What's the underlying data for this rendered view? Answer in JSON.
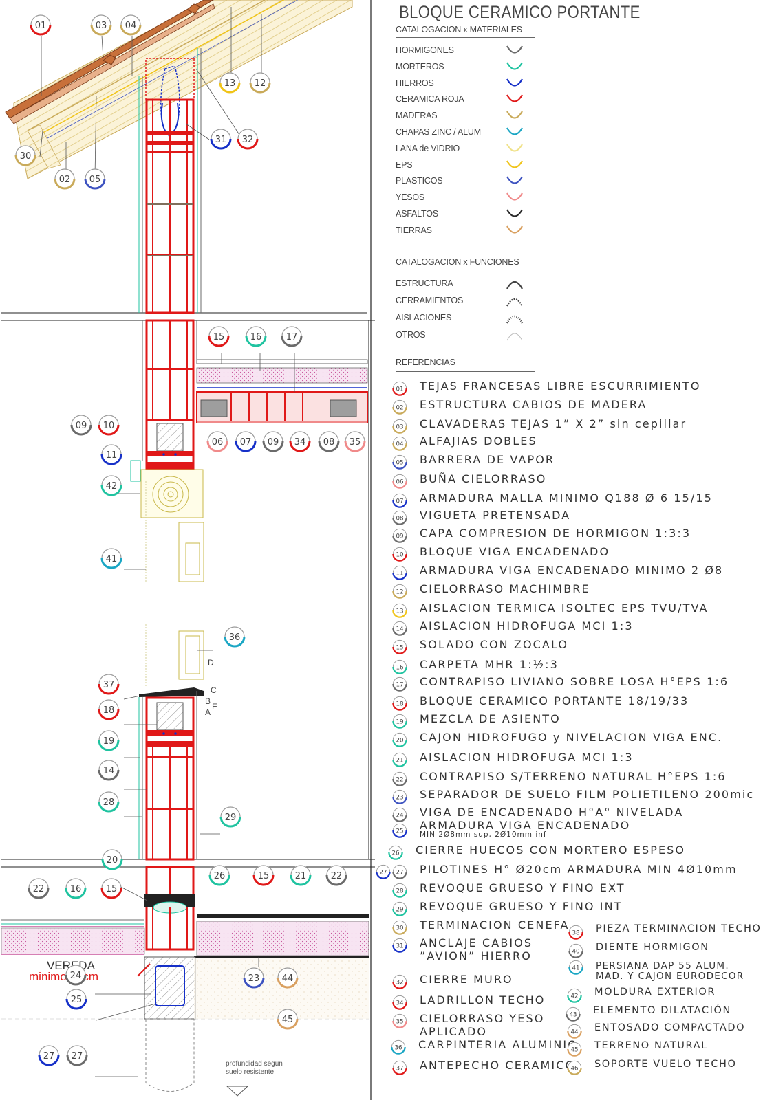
{
  "title": "BLOQUE  CERAMICO PORTANTE",
  "materials": {
    "heading": "CATALOGACION x MATERIALES",
    "items": [
      {
        "label": "HORMIGONES",
        "color": "#6b6b6b"
      },
      {
        "label": "MORTEROS",
        "color": "#1fc3a0"
      },
      {
        "label": "HIERROS",
        "color": "#1630c8"
      },
      {
        "label": "CERAMICA ROJA",
        "color": "#e01818"
      },
      {
        "label": "MADERAS",
        "color": "#c9aa5a"
      },
      {
        "label": "CHAPAS ZINC / ALUM",
        "color": "#1aa6c4"
      },
      {
        "label": "LANA de VIDRIO",
        "color": "#f0e28a"
      },
      {
        "label": "EPS",
        "color": "#f0c418"
      },
      {
        "label": "PLASTICOS",
        "color": "#3d52c0"
      },
      {
        "label": "YESOS",
        "color": "#f08a8a"
      },
      {
        "label": "ASFALTOS",
        "color": "#2a2a2a"
      },
      {
        "label": "TIERRAS",
        "color": "#d9a060"
      }
    ]
  },
  "functions": {
    "heading": "CATALOGACION x FUNCIONES",
    "items": [
      {
        "label": "ESTRUCTURA",
        "style": "solid"
      },
      {
        "label": "CERRAMIENTOS",
        "style": "dashed"
      },
      {
        "label": "AISLACIONES",
        "style": "dotted"
      },
      {
        "label": "OTROS",
        "style": "light"
      }
    ]
  },
  "references": {
    "heading": "REFERENCIAS",
    "items": [
      {
        "num": "01",
        "text": "TEJAS  FRANCESAS  LIBRE  ESCURRIMIENTO",
        "color": "#e01818"
      },
      {
        "num": "02",
        "text": "ESTRUCTURA  CABIOS  DE  MADERA",
        "color": "#c9aa5a"
      },
      {
        "num": "03",
        "text": "CLAVADERAS  TEJAS  1”  X  2”  sin  cepillar",
        "color": "#c9aa5a"
      },
      {
        "num": "04",
        "text": "ALFAJIAS  DOBLES",
        "color": "#c9aa5a"
      },
      {
        "num": "05",
        "text": "BARRERA  DE  VAPOR",
        "color": "#3d52c0"
      },
      {
        "num": "06",
        "text": "BUÑA  CIELORRASO",
        "color": "#f08a8a"
      },
      {
        "num": "07",
        "text": "ARMADURA  MALLA  MINIMO  Q188  Ø  6  15/15",
        "color": "#1630c8"
      },
      {
        "num": "08",
        "text": "VIGUETA  PRETENSADA",
        "color": "#6b6b6b"
      },
      {
        "num": "09",
        "text": "CAPA  COMPRESION  DE  HORMIGON  1:3:3",
        "color": "#6b6b6b"
      },
      {
        "num": "10",
        "text": "BLOQUE  VIGA  ENCADENADO",
        "color": "#e01818"
      },
      {
        "num": "11",
        "text": "ARMADURA  VIGA  ENCADENADO  MINIMO  2  Ø8",
        "color": "#1630c8"
      },
      {
        "num": "12",
        "text": "CIELORRASO  MACHIMBRE",
        "color": "#c9aa5a"
      },
      {
        "num": "13",
        "text": "AISLACION  TERMICA  ISOLTEC  EPS  TVU/TVA",
        "color": "#f0c418"
      },
      {
        "num": "14",
        "text": "AISLACION  HIDROFUGA  MCI  1:3",
        "color": "#6b6b6b"
      },
      {
        "num": "15",
        "text": "SOLADO  CON  ZOCALO",
        "color": "#e01818"
      },
      {
        "num": "16",
        "text": "CARPETA  MHR  1:½:3",
        "color": "#1fc3a0"
      },
      {
        "num": "17",
        "text": "CONTRAPISO  LIVIANO  SOBRE  LOSA  H°EPS  1:6",
        "color": "#6b6b6b"
      },
      {
        "num": "18",
        "text": "BLOQUE  CERAMICO  PORTANTE  18/19/33",
        "color": "#e01818"
      },
      {
        "num": "19",
        "text": "MEZCLA  DE  ASIENTO",
        "color": "#1fc3a0"
      },
      {
        "num": "20",
        "text": "CAJON  HIDROFUGO  y  NIVELACION  VIGA  ENC.",
        "color": "#1fc3a0"
      },
      {
        "num": "21",
        "text": "AISLACION  HIDROFUGA  MCI  1:3",
        "color": "#1fc3a0"
      },
      {
        "num": "22",
        "text": "CONTRAPISO  S/TERRENO  NATURAL  H°EPS  1:6",
        "color": "#6b6b6b"
      },
      {
        "num": "23",
        "text": "SEPARADOR  DE  SUELO  FILM  POLIETILENO  200mic",
        "color": "#3d52c0"
      },
      {
        "num": "24",
        "text": "VIGA  DE  ENCADENADO  H°A°  NIVELADA",
        "color": "#6b6b6b"
      },
      {
        "num": "25",
        "text": "ARMADURA  VIGA  ENCADENADO",
        "sub": "MIN  2Ø8mm  sup,  2Ø10mm  inf",
        "color": "#1630c8"
      },
      {
        "num": "26",
        "text": "CIERRE  HUECOS  CON  MORTERO  ESPESO",
        "color": "#1fc3a0"
      },
      {
        "num": "27",
        "text": "PILOTINES  H°  Ø20cm  ARMADURA  MIN  4Ø10mm",
        "color": "#6b6b6b"
      },
      {
        "num": "28",
        "text": "REVOQUE  GRUESO  Y  FINO  EXT",
        "color": "#1fc3a0"
      },
      {
        "num": "29",
        "text": "REVOQUE  GRUESO  Y  FINO  INT",
        "color": "#1fc3a0"
      },
      {
        "num": "30",
        "text": "TERMINACION  CENEFA",
        "color": "#c9aa5a"
      },
      {
        "num": "31",
        "text": "ANCLAJE  CABIOS",
        "text2": "”AVION”  HIERRO",
        "color": "#1630c8"
      },
      {
        "num": "32",
        "text": "CIERRE  MURO",
        "color": "#e01818"
      },
      {
        "num": "34",
        "text": "LADRILLON  TECHO",
        "color": "#e01818"
      },
      {
        "num": "35",
        "text": "CIELORRASO  YESO",
        "text2": "APLICADO",
        "color": "#f08a8a"
      },
      {
        "num": "36",
        "text": "CARPINTERIA  ALUMINIO",
        "color": "#1aa6c4"
      },
      {
        "num": "37",
        "text": "ANTEPECHO  CERAMICO",
        "color": "#e01818"
      },
      {
        "num": "38",
        "text": "PIEZA  TERMINACION  TECHO",
        "color": "#e01818"
      },
      {
        "num": "40",
        "text": "DIENTE  HORMIGON",
        "color": "#6b6b6b"
      },
      {
        "num": "41",
        "text": "PERSIANA  DAP  55  ALUM.",
        "text2": "MAD.  Y  CAJON  EURODECOR",
        "color": "#1aa6c4"
      },
      {
        "num": "42",
        "text": "MOLDURA  EXTERIOR",
        "color": "#1fc3a0"
      },
      {
        "num": "43",
        "text": "ELEMENTO  DILATACIÓN",
        "color": "#6b6b6b"
      },
      {
        "num": "44",
        "text": "ENTOSADO  COMPACTADO",
        "color": "#d9a060"
      },
      {
        "num": "45",
        "text": "TERRENO  NATURAL",
        "color": "#d9a060"
      },
      {
        "num": "46",
        "text": "SOPORTE  VUELO  TECHO",
        "color": "#c9aa5a"
      }
    ]
  },
  "drawing": {
    "vereda_label": "VEREDA",
    "vereda_min": "minimo 60cm",
    "profundidad_1": "profundidad segun",
    "profundidad_2": "suelo resistente",
    "letters": [
      "D",
      "C",
      "B",
      "E",
      "A"
    ],
    "callouts": [
      "01",
      "03",
      "04",
      "13",
      "12",
      "31",
      "32",
      "30",
      "02",
      "05",
      "15",
      "16",
      "17",
      "09",
      "10",
      "11",
      "06",
      "07",
      "09",
      "34",
      "08",
      "35",
      "42",
      "41",
      "36",
      "37",
      "18",
      "19",
      "14",
      "28",
      "29",
      "20",
      "26",
      "15",
      "21",
      "22",
      "22",
      "16",
      "15",
      "24",
      "25",
      "23",
      "44",
      "45",
      "27",
      "27"
    ]
  }
}
